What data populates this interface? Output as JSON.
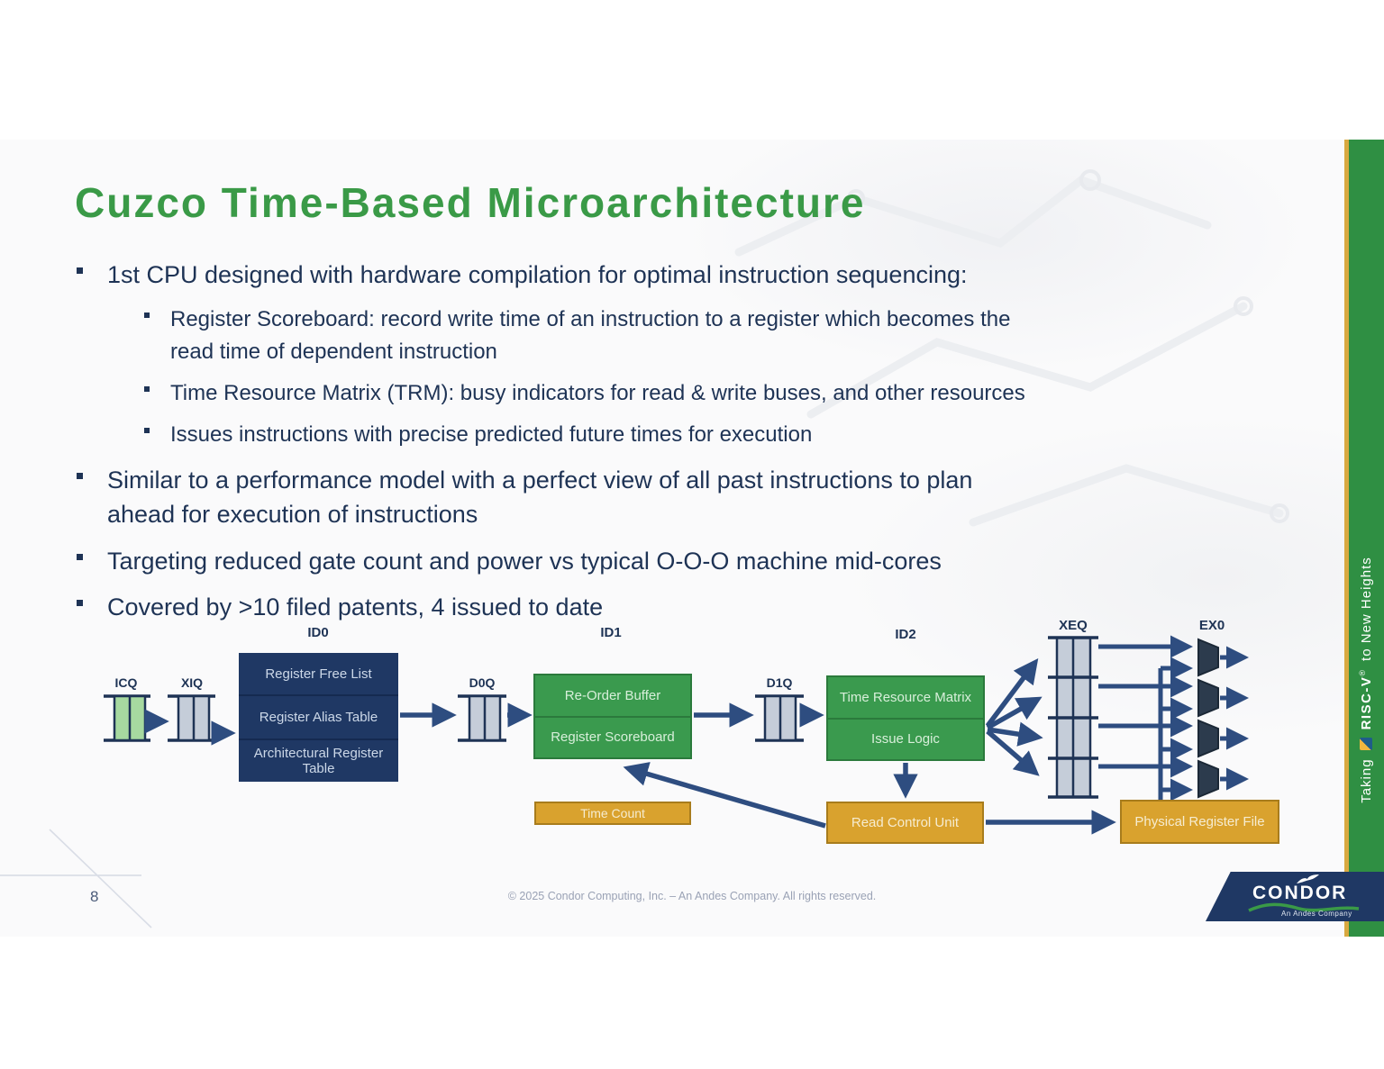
{
  "slide": {
    "title": "Cuzco Time-Based Microarchitecture",
    "page_number": "8",
    "copyright": "© 2025 Condor Computing, Inc. – An Andes Company. All rights reserved."
  },
  "bullets": {
    "b1": "1st CPU designed with hardware compilation for optimal instruction sequencing:",
    "sub1_l1": "Register Scoreboard: record write time of an instruction to a register which becomes the",
    "sub1_l2": "read time of dependent instruction",
    "sub2": "Time Resource Matrix (TRM): busy indicators for read & write buses, and other resources",
    "sub3": "Issues instructions with precise predicted future times for execution",
    "b2_l1": "Similar to a performance model with a perfect view of all past instructions to plan",
    "b2_l2": "ahead for execution of instructions",
    "b3": "Targeting reduced gate count and power vs typical O-O-O machine mid-cores",
    "b4": "Covered by >10 filed patents, 4 issued to date"
  },
  "diagram": {
    "stage_labels": [
      "ID0",
      "ID1",
      "ID2",
      "XEQ",
      "EX0"
    ],
    "queue_labels": [
      "ICQ",
      "XIQ",
      "D0Q",
      "D1Q"
    ],
    "id0_rows": [
      "Register Free List",
      "Register Alias Table",
      "Architectural Register Table"
    ],
    "id1_rows": [
      "Re-Order Buffer",
      "Register Scoreboard"
    ],
    "id2_rows": [
      "Time Resource Matrix",
      "Issue Logic"
    ],
    "time_count": "Time Count",
    "read_control_unit": "Read Control Unit",
    "physical_register_file": "Physical Register File"
  },
  "sidebar": {
    "prefix": "Taking",
    "brand": "RISC-V",
    "registered": "®",
    "suffix": "to New Heights"
  },
  "brand": {
    "company": "CONDOR",
    "subtitle": "An Andes Company"
  },
  "colors": {
    "title_green": "#3a9a47",
    "text_navy": "#1e3355",
    "box_navy": "#1f3864",
    "box_green": "#3a9a4e",
    "box_orange": "#d9a22e",
    "arrow_blue": "#2e4d80",
    "queue_green": "#a7d9a0",
    "queue_gray": "#c5cdd9",
    "sidebar_green": "#2f8f43",
    "sidebar_gold": "#d8a940"
  }
}
